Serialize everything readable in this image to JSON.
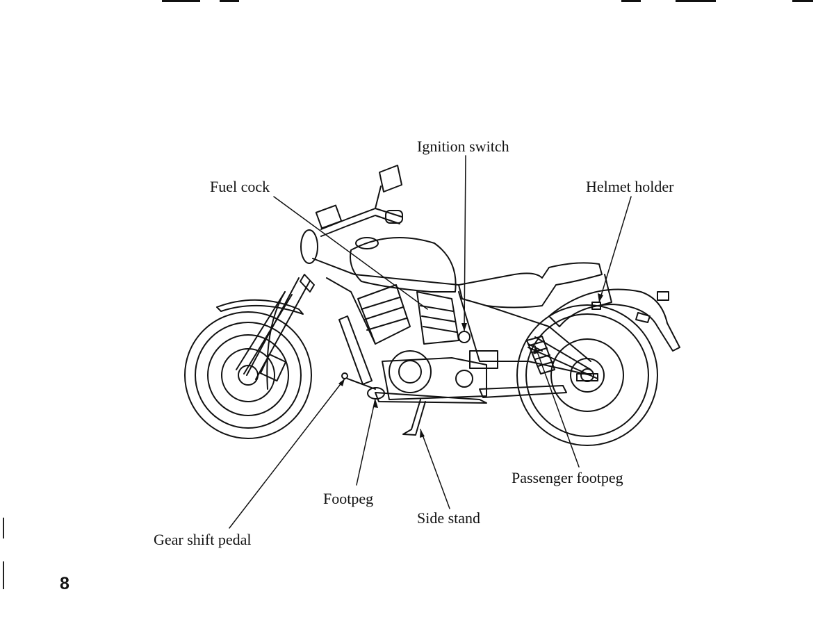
{
  "page": {
    "number": "8"
  },
  "diagram": {
    "subject_icon": "motorcycle-icon",
    "callouts": {
      "ignition_switch": "Ignition switch",
      "fuel_cock": "Fuel cock",
      "helmet_holder": "Helmet holder",
      "passenger_footpeg": "Passenger footpeg",
      "footpeg": "Footpeg",
      "side_stand": "Side stand",
      "gear_shift_pedal": "Gear shift pedal"
    }
  }
}
